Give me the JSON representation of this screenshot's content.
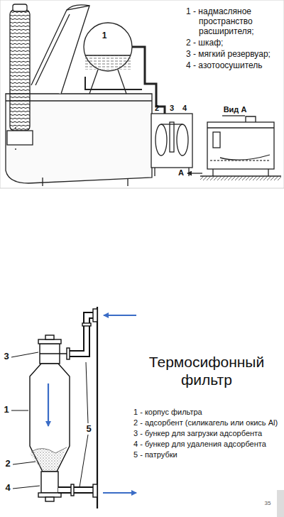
{
  "diagram": {
    "title": "Термосифонный фильтр",
    "labels": [
      "1 - надмасляное пространство расширителя;",
      "2 - шкаф;",
      "3 - мягкий резервуар;",
      "4 - азотоосушитель",
      "1",
      "2",
      "3",
      "4",
      "Вид А",
      "А",
      "1 - корпус фильтра",
      "2 - адсорбент (силикагель или окись Al)",
      "3 - бункер для загрузки адсорбента",
      "4 - бункер для удаления адсорбента",
      "5 - патрубки",
      "3",
      "1",
      "2",
      "4",
      "5",
      "35"
    ]
  }
}
